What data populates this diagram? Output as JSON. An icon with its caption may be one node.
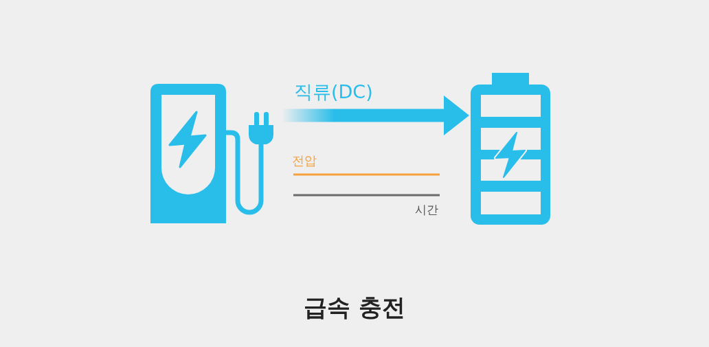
{
  "diagram": {
    "caption": "급속 충전",
    "nodes": [
      {
        "text": [],
        "shape": "picture"
      },
      {
        "text": [],
        "shape": "picture"
      }
    ],
    "edges": [
      {
        "from": 0,
        "to": 1,
        "arrow": "to",
        "label": "직류(DC)",
        "style": "thick"
      }
    ],
    "labels": [
      "전압",
      "시간"
    ]
  }
}
